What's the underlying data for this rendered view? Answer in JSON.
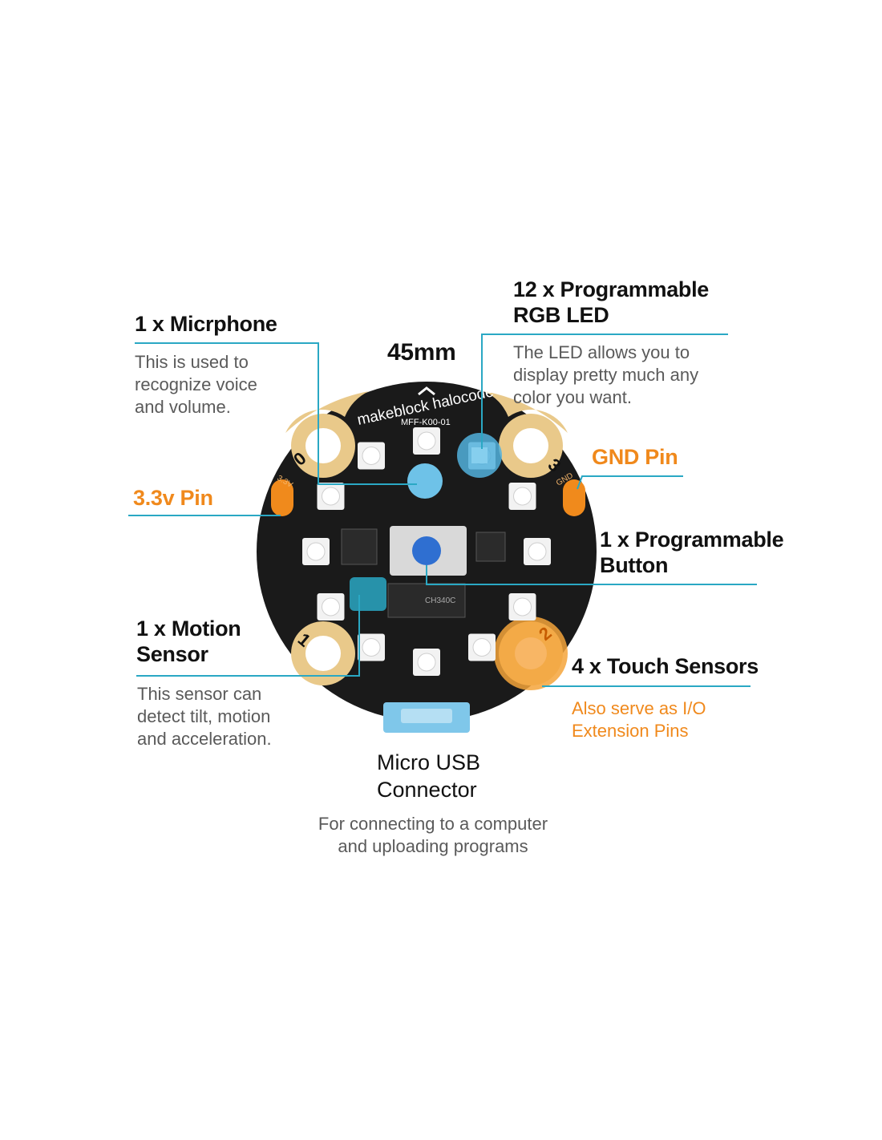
{
  "dimension": "45mm",
  "board": {
    "brand": "makeblock halocode",
    "model": "MFF-K00-01",
    "pin_labels": [
      "0",
      "1",
      "2",
      "3"
    ],
    "power_labels": [
      "3.3V",
      "GND"
    ],
    "chip_label": "CH340C"
  },
  "callouts": {
    "microphone": {
      "title": "1 x Micrphone",
      "desc": "This is used to\nrecognize voice\nand volume."
    },
    "pin_3v3": {
      "title": "3.3v Pin"
    },
    "motion": {
      "title": "1 x Motion\nSensor",
      "desc": "This sensor can\ndetect tilt, motion\nand acceleration."
    },
    "usb": {
      "title": "Micro USB\nConnector",
      "desc": "For connecting to a computer\nand uploading programs"
    },
    "rgb_led": {
      "title": "12 x Programmable\nRGB LED",
      "desc": "The LED allows you to\ndisplay pretty much any\ncolor you want."
    },
    "gnd_pin": {
      "title": "GND Pin"
    },
    "button": {
      "title": "1 x Programmable\nButton"
    },
    "touch": {
      "title": "4 x Touch Sensors",
      "desc": "Also serve as I/O\nExtension Pins"
    }
  },
  "colors": {
    "accent_line": "#2aa8c4",
    "orange": "#f0891c",
    "board": "#1a1a1a",
    "pad_gold": "#e9c98a",
    "highlight_blue": "#52b2dd"
  }
}
